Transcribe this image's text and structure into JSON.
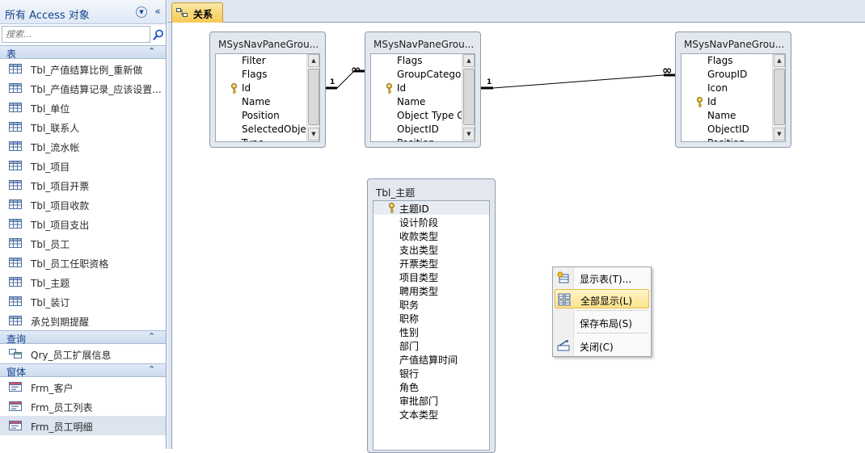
{
  "nav": {
    "title": "所有 Access 对象",
    "search_placeholder": "搜索...",
    "groups": {
      "tables": {
        "label": "表",
        "items": [
          "Tbl_产值结算比例_重新做",
          "Tbl_产值结算记录_应该设置...",
          "Tbl_单位",
          "Tbl_联系人",
          "Tbl_流水帐",
          "Tbl_项目",
          "Tbl_项目开票",
          "Tbl_项目收款",
          "Tbl_项目支出",
          "Tbl_员工",
          "Tbl_员工任职资格",
          "Tbl_主题",
          "Tbl_装订",
          "承兑到期提醒"
        ]
      },
      "queries": {
        "label": "查询",
        "items": [
          "Qry_员工扩展信息"
        ]
      },
      "forms": {
        "label": "窗体",
        "items": [
          "Frm_客户",
          "Frm_员工列表",
          "Frm_员工明细"
        ]
      }
    }
  },
  "tab": {
    "label": "关系"
  },
  "tables": {
    "t1": {
      "title": "MSysNavPaneGrou...",
      "fields": [
        "Filter",
        "Flags",
        "Id",
        "Name",
        "Position",
        "SelectedObject",
        "Type"
      ]
    },
    "t2": {
      "title": "MSysNavPaneGrou...",
      "fields": [
        "Flags",
        "GroupCategoryID",
        "Id",
        "Name",
        "Object Type Group",
        "ObjectID",
        "Position"
      ]
    },
    "t3": {
      "title": "MSysNavPaneGrou...",
      "fields": [
        "Flags",
        "GroupID",
        "Icon",
        "Id",
        "Name",
        "ObjectID",
        "Position"
      ]
    },
    "t4": {
      "title": "Tbl_主题",
      "fields": [
        "主题ID",
        "设计阶段",
        "收款类型",
        "支出类型",
        "开票类型",
        "项目类型",
        "聘用类型",
        "职务",
        "职称",
        "性别",
        "部门",
        "产值结算时间",
        "银行",
        "角色",
        "审批部门",
        "文本类型"
      ]
    }
  },
  "relations": {
    "r1": {
      "one_label": "1",
      "many_label": "∞"
    },
    "r2": {
      "one_label": "1",
      "many_label": "∞"
    }
  },
  "context_menu": {
    "show_table": "显示表(T)...",
    "show_all": "全部显示(L)",
    "save_layout": "保存布局(S)",
    "close": "关闭(C)"
  },
  "colors": {
    "accent_tab": "#f6c955",
    "nav_header_text": "#15428b",
    "menu_hover": "#fde38b",
    "key_icon": "#c8a020"
  },
  "icons": {
    "search": "magnifier-icon",
    "table": "table-icon",
    "query": "query-icon",
    "form": "form-icon",
    "key": "key-icon",
    "relationships": "relationships-icon"
  }
}
